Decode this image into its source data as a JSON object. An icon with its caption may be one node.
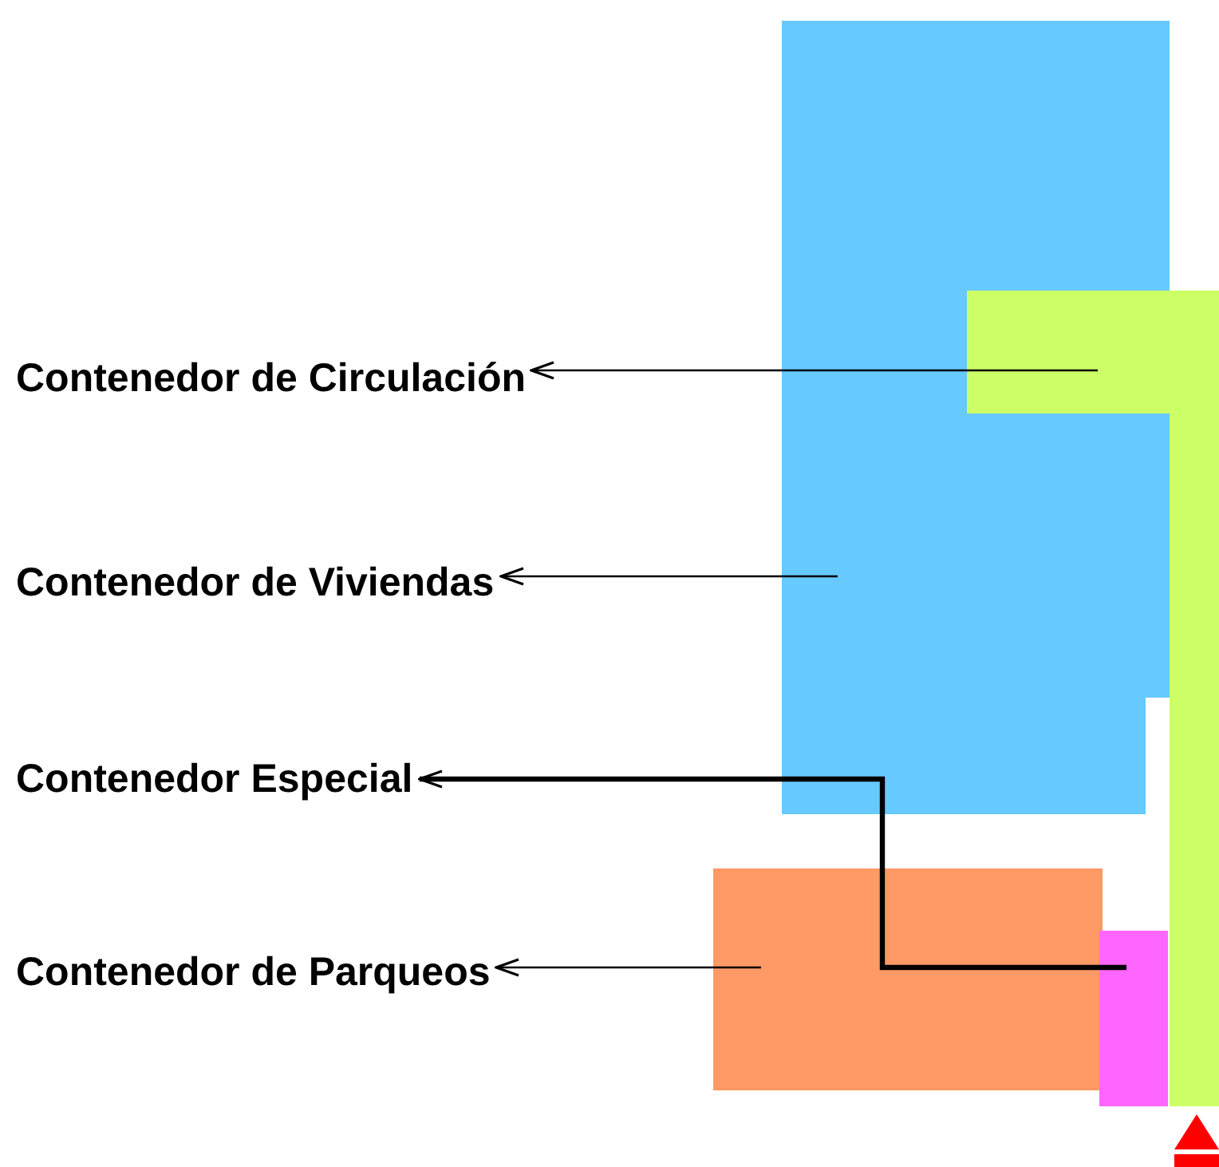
{
  "diagram": {
    "nodes": [
      {
        "text": [
          "Contenedor de Circulación"
        ]
      },
      {
        "text": [
          "Contenedor de Viviendas"
        ]
      },
      {
        "text": [
          "Contenedor Especial"
        ]
      },
      {
        "text": [
          "Contenedor de Parqueos"
        ]
      },
      {
        "text": [],
        "shape": "box"
      },
      {
        "text": [],
        "shape": "box"
      },
      {
        "text": [],
        "shape": "box"
      },
      {
        "text": [],
        "shape": "box"
      }
    ],
    "edges": [
      {
        "from": 5,
        "to": 0,
        "arrow": "to"
      },
      {
        "from": 4,
        "to": 1,
        "arrow": "to"
      },
      {
        "from": 7,
        "to": 2,
        "arrow": "to",
        "style": "thick"
      },
      {
        "from": 6,
        "to": 3,
        "arrow": "to"
      }
    ]
  }
}
